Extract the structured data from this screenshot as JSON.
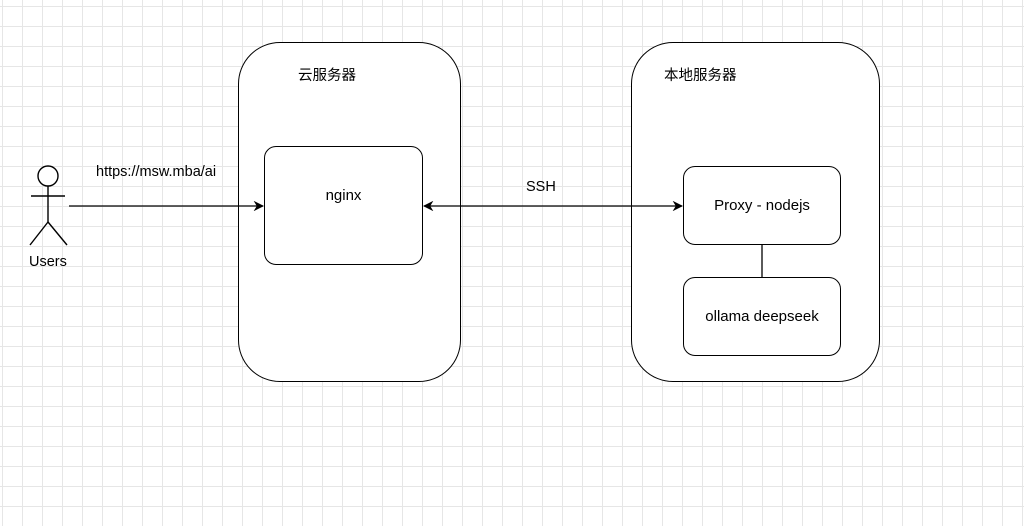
{
  "actor": {
    "label": "Users",
    "icon": "stick-figure-actor-icon"
  },
  "cloud_server": {
    "title": "云服务器",
    "node": "nginx"
  },
  "local_server": {
    "title": "本地服务器",
    "nodes": [
      "Proxy - nodejs",
      "ollama deepseek"
    ]
  },
  "edges": [
    {
      "from": "Users",
      "to": "nginx",
      "label": "https://msw.mba/ai",
      "arrow": "forward"
    },
    {
      "from": "nginx",
      "to": "Proxy - nodejs",
      "label": "SSH",
      "arrow": "both"
    },
    {
      "from": "Proxy - nodejs",
      "to": "ollama deepseek",
      "label": "",
      "arrow": "none"
    }
  ]
}
